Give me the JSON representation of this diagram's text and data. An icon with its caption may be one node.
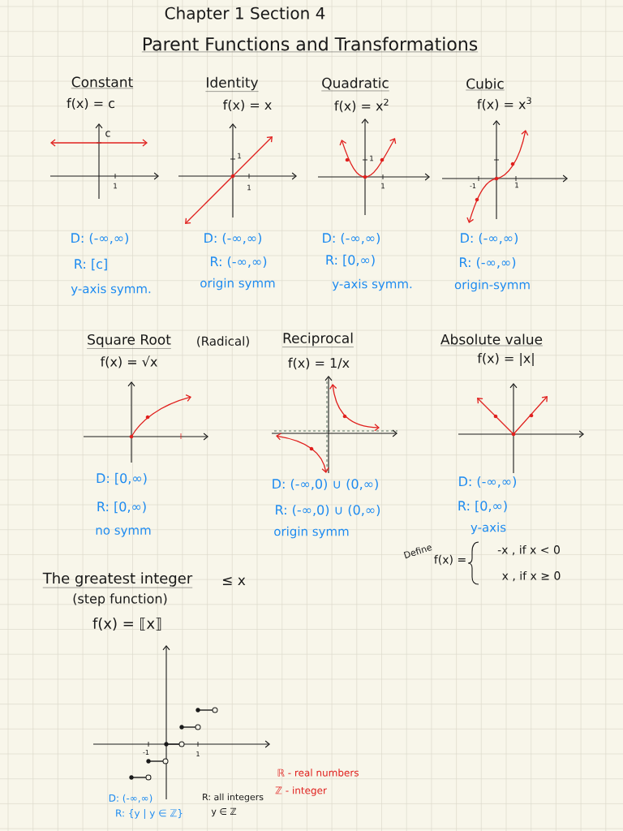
{
  "diagram": {
    "title": "Parent Functions and Transformations",
    "labels": [
      "Chapter 1 Section 4",
      "Constant",
      "f(x) = c",
      "Identity",
      "f(x) = x",
      "Quadratic",
      "f(x) = x$^{2}$",
      "Cubic",
      "f(x) = x$^{3}$",
      "c",
      "1",
      "1",
      "1",
      "1",
      "1",
      "-1",
      "1",
      "D: (-∞,∞)",
      "D: (-∞,∞)",
      "D: (-∞,∞)",
      "D: (-∞,∞)",
      "R: [c]",
      "R: (-∞,∞)",
      "R: [0,∞)",
      "R: (-∞,∞)",
      "y-axis symm.",
      "origin symm",
      "y-axis symm.",
      "origin-symm",
      "Square Root",
      "(Radical)",
      "Reciprocal",
      "Absolute value",
      "f(x) = √x",
      "f(x) = 1/x",
      "f(x) = |x|",
      "D: [0,∞)",
      "D: (-∞,0) ∪ (0,∞)",
      "D: (-∞,∞)",
      "R: [0,∞)",
      "R: (-∞,0) ∪ (0,∞)",
      "R: [0,∞)",
      "no symm",
      "origin symm",
      "y-axis",
      "Define",
      "f(x) =",
      "-x , if x < 0",
      "x , if x ≥ 0",
      "The greatest integer",
      "≤ x",
      "(step function)",
      "f(x) = ⟦x⟧",
      "-1",
      "1",
      "D: (-∞,∞)",
      "R: {y | y ∈ ℤ}",
      "R: all integers",
      "y ∈ ℤ",
      "ℝ - real numbers",
      "ℤ - integer"
    ]
  }
}
